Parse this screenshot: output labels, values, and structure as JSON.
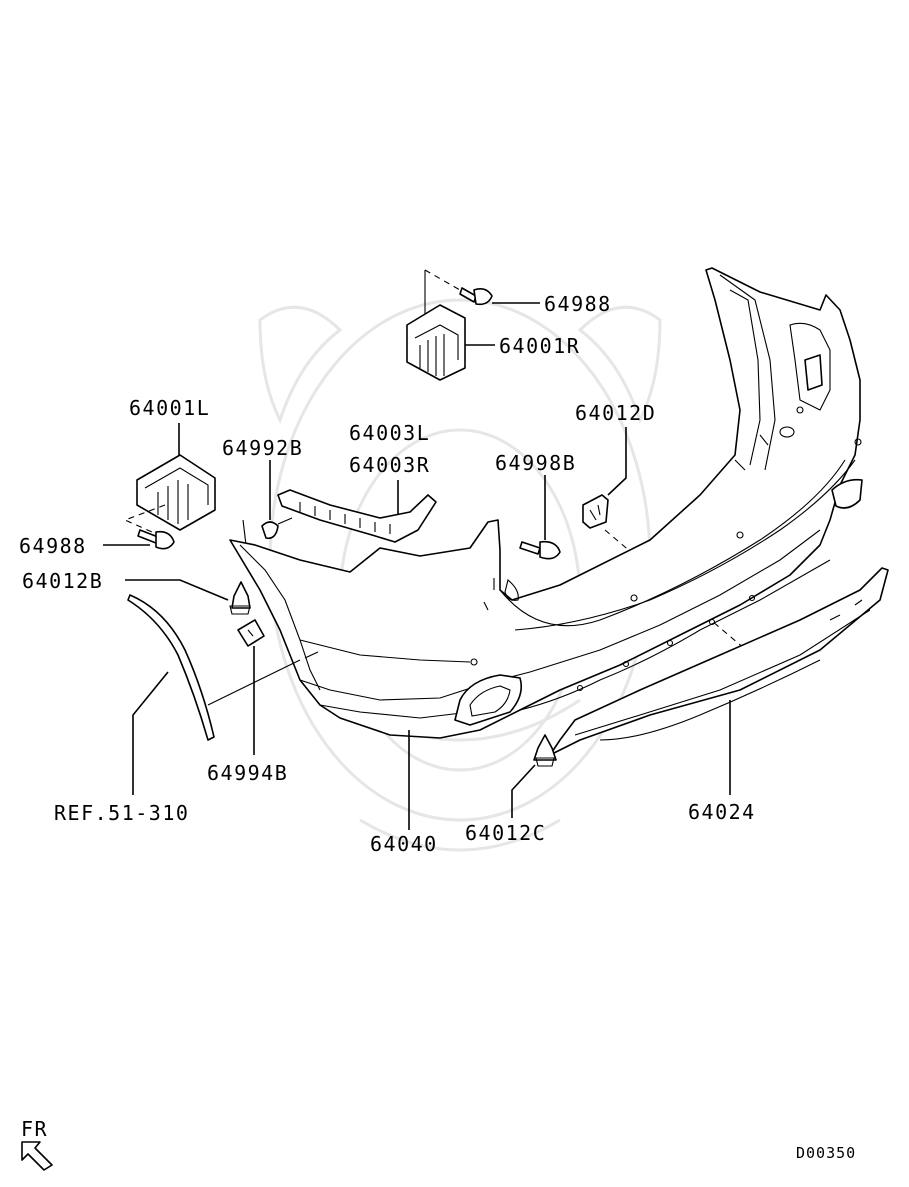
{
  "diagram": {
    "labels": {
      "l64988_top": "64988",
      "l64001R": "64001R",
      "l64001L": "64001L",
      "l64003L": "64003L",
      "l64003R": "64003R",
      "l64012D": "64012D",
      "l64992B": "64992B",
      "l64998B": "64998B",
      "l64988_left": "64988",
      "l64012B": "64012B",
      "l64994B": "64994B",
      "ref": "REF.51-310",
      "l64040": "64040",
      "l64012C": "64012C",
      "l64024": "64024",
      "fr": "FR",
      "code": "D00350"
    }
  }
}
